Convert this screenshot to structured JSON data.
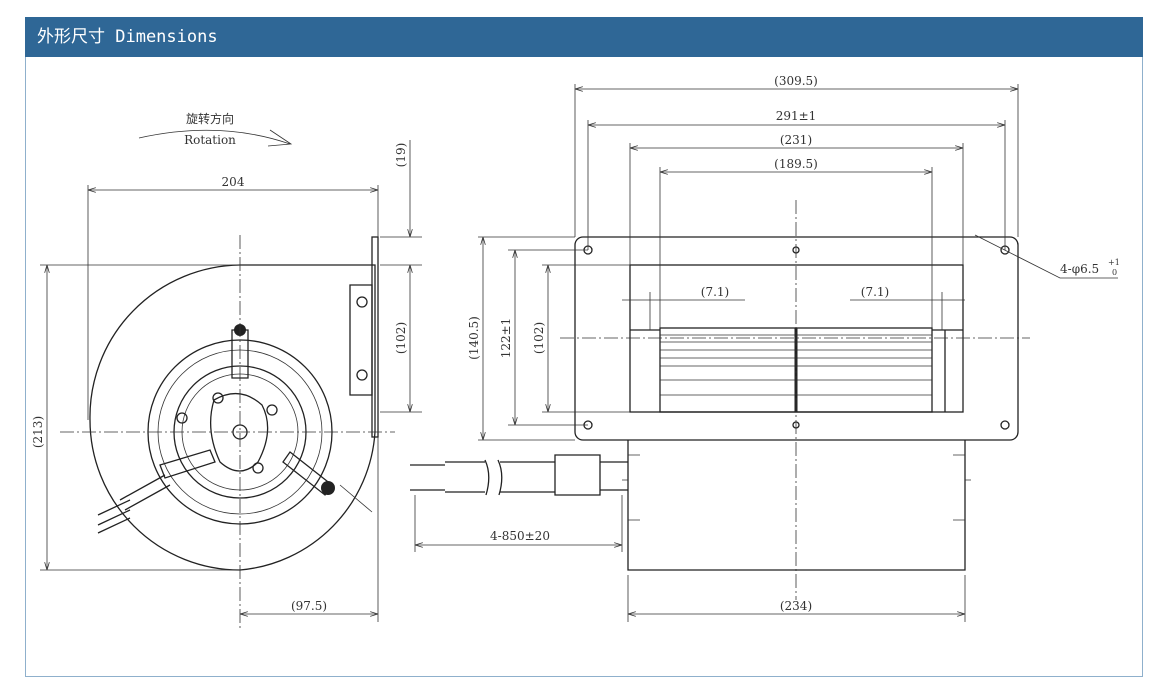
{
  "header": {
    "title": "外形尺寸 Dimensions"
  },
  "accent_color": "#2f6796",
  "drawing": {
    "rotation_cn": "旋转方向",
    "rotation_en": "Rotation",
    "front_view": {
      "width": "204",
      "flange_offset": "(19)",
      "flange_height": "(102)",
      "height": "(213)",
      "outlet_offset": "(97.5)"
    },
    "side_view": {
      "overall_length": "(309.5)",
      "hole_spacing": "291±1",
      "opening_width": "(231)",
      "wheel_width": "(189.5)",
      "overall_height": "(140.5)",
      "hole_spacing_vertical": "122±1",
      "opening_height": "(102)",
      "gap_left": "(7.1)",
      "gap_right": "(7.1)",
      "holes": "4-φ6.5",
      "holes_tol_upper": "+1",
      "holes_tol_lower": "0",
      "cable": "4-850±20",
      "body_length": "(234)"
    }
  }
}
